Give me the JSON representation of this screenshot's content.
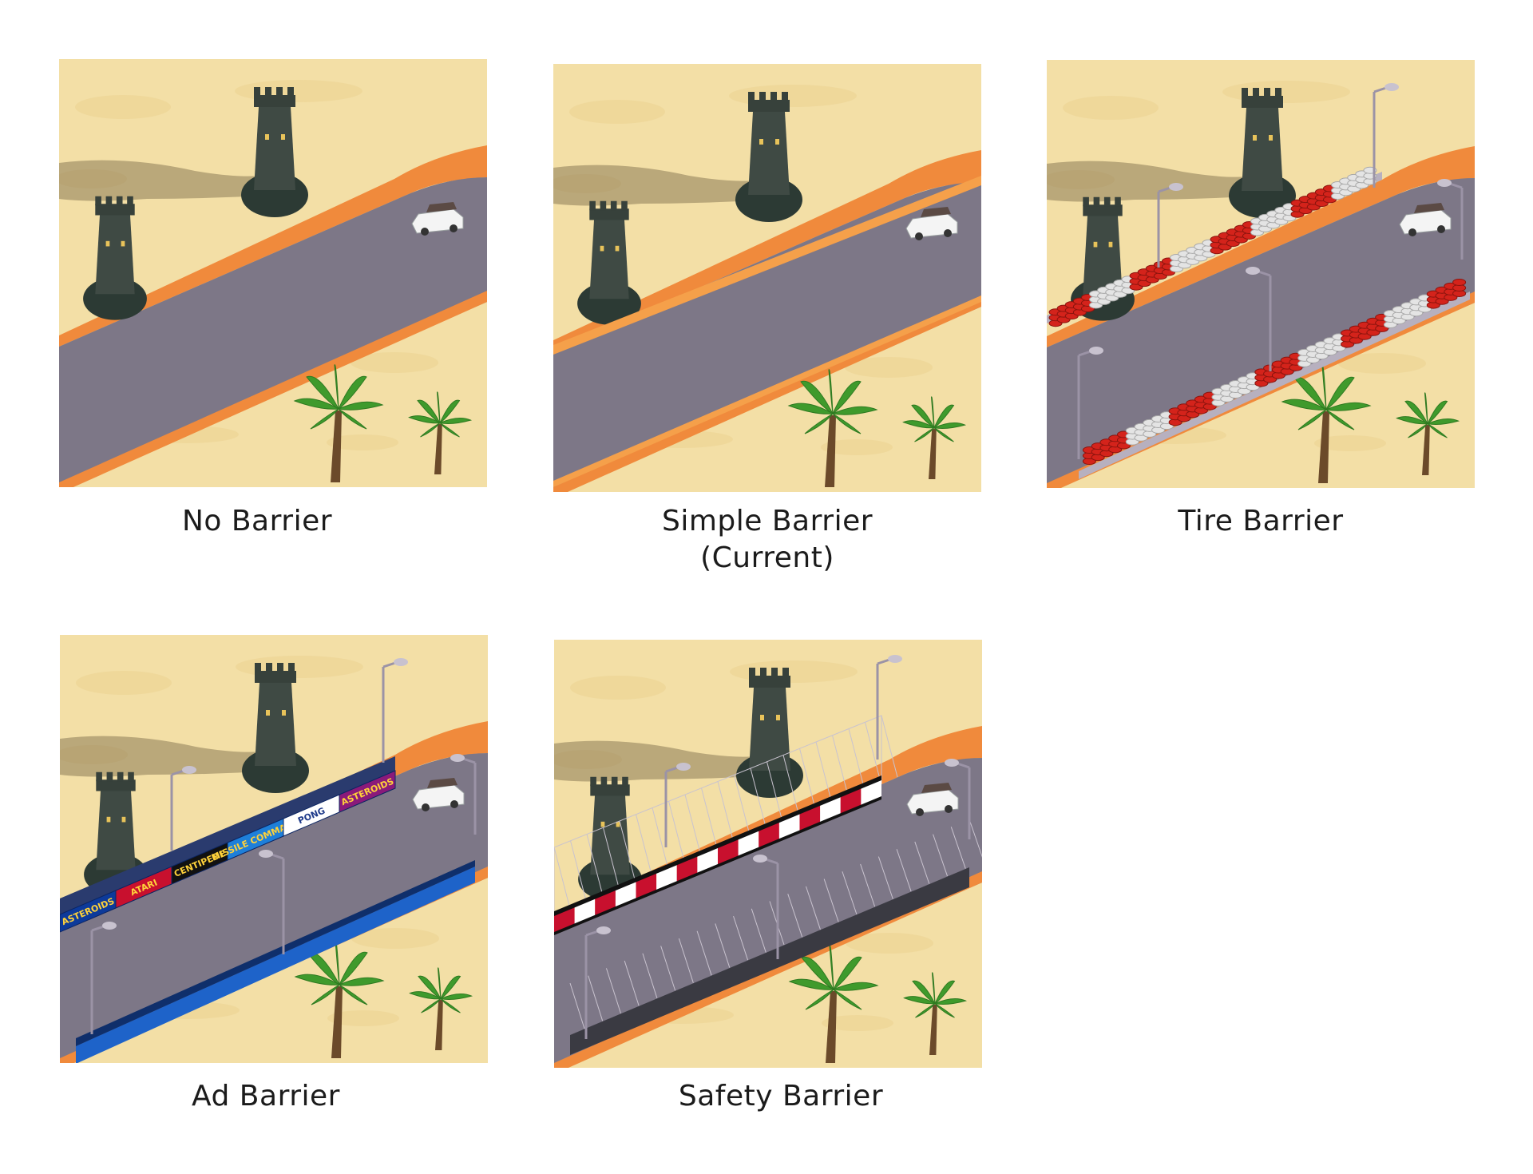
{
  "variants": [
    {
      "id": "no-barrier",
      "label": "No Barrier",
      "sub": "",
      "barrier": "none"
    },
    {
      "id": "simple-barrier",
      "label": "Simple Barrier",
      "sub": "(Current)",
      "barrier": "simple"
    },
    {
      "id": "tire-barrier",
      "label": "Tire Barrier",
      "sub": "",
      "barrier": "tire"
    },
    {
      "id": "ad-barrier",
      "label": "Ad Barrier",
      "sub": "",
      "barrier": "ad"
    },
    {
      "id": "safety-barrier",
      "label": "Safety Barrier",
      "sub": "",
      "barrier": "safety"
    }
  ],
  "ads": [
    "ASTEROIDS",
    "ATARI",
    "CENTIPEDE",
    "MISSILE COMMAND",
    "PONG",
    "ASTEROIDS"
  ],
  "colors": {
    "sand": "#f3dfa6",
    "road": "#7d7787",
    "curb": "#f08a3c",
    "tower": "#3f4a44",
    "palm": "#3f9a2c",
    "tire_red": "#d4231b",
    "tire_white": "#e4e4e4",
    "ad_blue": "#1e63c9"
  },
  "icons": [
    "water-tower-icon",
    "palm-tree-icon",
    "car-icon",
    "street-lamp-icon"
  ]
}
